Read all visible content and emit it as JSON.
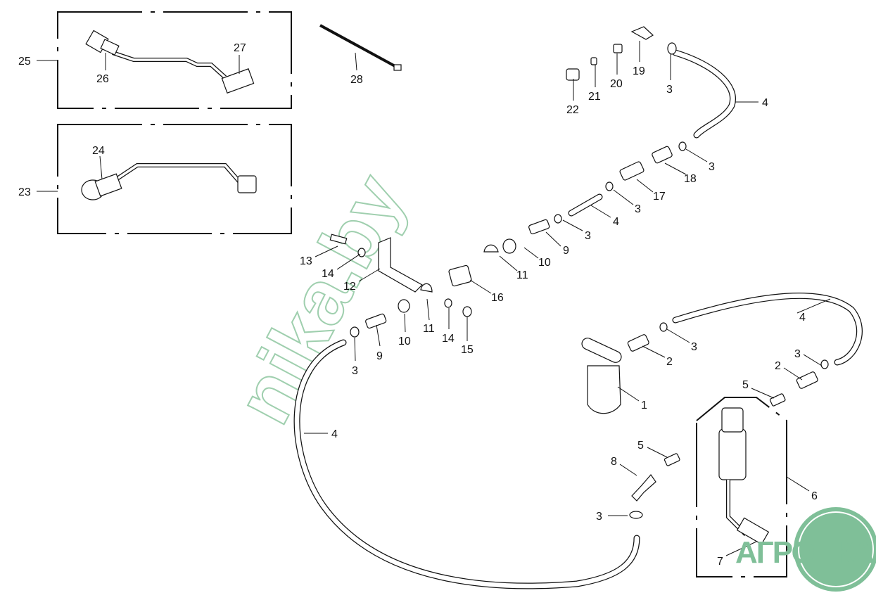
{
  "diagram": {
    "watermark": "nika.by",
    "logo": "АГРОНКА",
    "callouts": [
      "25",
      "26",
      "27",
      "28",
      "24",
      "23",
      "22",
      "21",
      "20",
      "19",
      "3",
      "4",
      "3",
      "18",
      "3",
      "17",
      "4",
      "3",
      "9",
      "10",
      "11",
      "16",
      "13",
      "14",
      "12",
      "11",
      "10",
      "14",
      "15",
      "9",
      "3",
      "4",
      "4",
      "3",
      "2",
      "1",
      "3",
      "2",
      "5",
      "5",
      "8",
      "6",
      "3",
      "7"
    ],
    "colors": {
      "line": "#111111",
      "watermark": "#9fcfae",
      "logo": "#7fbf98"
    }
  }
}
